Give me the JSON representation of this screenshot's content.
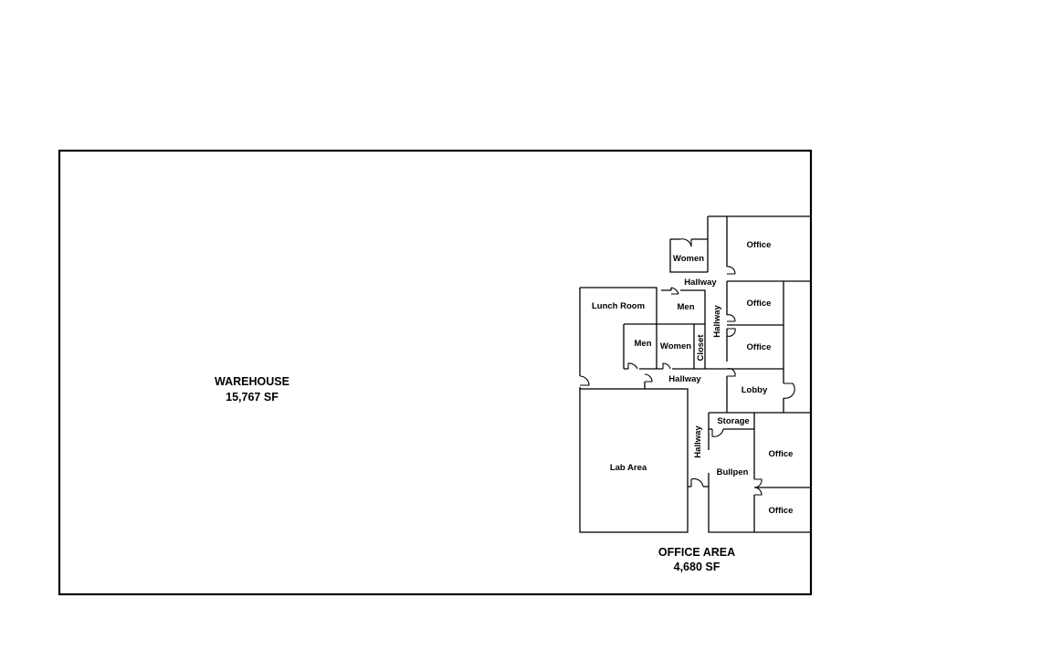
{
  "warehouse": {
    "name": "WAREHOUSE",
    "area": "15,767 SF"
  },
  "office_area": {
    "name": "OFFICE AREA",
    "area": "4,680 SF"
  },
  "rooms": {
    "office_top": "Office",
    "women_upper": "Women",
    "hallway_upper": "Hallway",
    "lunch_room": "Lunch Room",
    "men_upper": "Men",
    "office_mid1": "Office",
    "office_mid2": "Office",
    "hallway_vertical": "Hallway",
    "men_lower": "Men",
    "women_lower": "Women",
    "closet": "Closet",
    "hallway_middle": "Hallway",
    "lobby": "Lobby",
    "storage": "Storage",
    "hallway_lower": "Hallway",
    "lab_area": "Lab Area",
    "bullpen": "Bullpen",
    "office_lower1": "Office",
    "office_lower2": "Office"
  }
}
